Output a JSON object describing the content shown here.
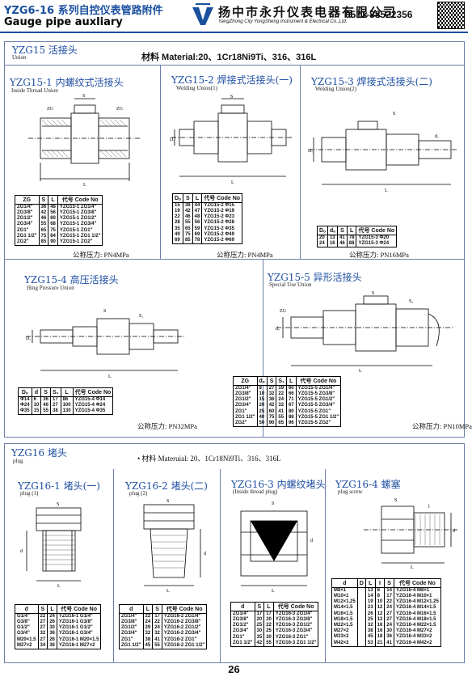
{
  "header": {
    "series_title": "YZG6-16 系列自控仪表管路附件",
    "subtitle": "Gauge pipe auxliary",
    "company": "扬中市永升仪表电器有限公司",
    "company_en": "YangZhong City YongSheng Instrument & Electrical Co.,Ltd.",
    "phone": "0511-88522356"
  },
  "yzg15": {
    "title": "YZG15 活接头",
    "en": "Union",
    "material": "材料 Material:20、1Cr18Ni9Ti、316、316L"
  },
  "yzg15_1": {
    "title": "YZG15-1 内螺纹式活接头",
    "en": "Inside Thread Union",
    "dim_labels": [
      "ZG",
      "ZG",
      "S",
      "L"
    ],
    "headers": [
      "ZG",
      "S",
      "L",
      "代号 Code No"
    ],
    "rows": [
      [
        "ZG1/4\"",
        "36",
        "48",
        "YZG15-1  ZG1/4\""
      ],
      [
        "ZG3/8\"",
        "42",
        "56",
        "YZG15-1  ZG3/8\""
      ],
      [
        "ZG1/2\"",
        "46",
        "60",
        "YZG15-1  ZG1/2\""
      ],
      [
        "ZG3/4\"",
        "55",
        "68",
        "YZG15-1  ZG3/4\""
      ],
      [
        "ZG1\"",
        "65",
        "75",
        "YZG15-1  ZG1\""
      ],
      [
        "ZG1 1/2\"",
        "75",
        "84",
        "YZG15-1  ZG1 1/2\""
      ],
      [
        "ZG2\"",
        "85",
        "90",
        "YZG15-1  ZG2\""
      ]
    ],
    "pressure": "公称压力: PN4MPa"
  },
  "yzg15_2": {
    "title": "YZG15-2 焊接式活接头(一)",
    "en": "Welding Union(1)",
    "dim_labels": [
      "S",
      "Dₒ",
      "L"
    ],
    "headers": [
      "Dₒ",
      "S",
      "L",
      "代号 Code No"
    ],
    "rows": [
      [
        "15",
        "36",
        "44",
        "YZG15-2  Φ15"
      ],
      [
        "19",
        "42",
        "47",
        "YZG15-2  Φ19"
      ],
      [
        "22",
        "46",
        "48",
        "YZG15-2  Φ23"
      ],
      [
        "28",
        "55",
        "56",
        "YZG15-2  Φ28"
      ],
      [
        "35",
        "65",
        "59",
        "YZG15-2  Φ35"
      ],
      [
        "49",
        "75",
        "69",
        "YZG15-2  Φ49"
      ],
      [
        "69",
        "85",
        "78",
        "YZG15-2  Φ69"
      ]
    ],
    "pressure": "公称压力: PN4MPa"
  },
  "yzg15_3": {
    "title": "YZG15-3 焊接式活接头(二)",
    "en": "Welding Union(2)",
    "dim_labels": [
      "S",
      "Dₒ",
      "dₒ",
      "L"
    ],
    "headers": [
      "Dₒ",
      "dₒ",
      "S",
      "L",
      "代号 Code No"
    ],
    "rows": [
      [
        "20",
        "13",
        "41",
        "78",
        "YZG15-3  Φ20"
      ],
      [
        "24",
        "16",
        "46",
        "88",
        "YZG15-3  Φ24"
      ]
    ],
    "pressure": "公称压力: PN16MPa"
  },
  "yzg15_4": {
    "title": "YZG15-4 高压活接头",
    "en": "Hing Pressure Union",
    "dim_labels": [
      "S",
      "S₁",
      "Dₒ",
      "L"
    ],
    "headers": [
      "Dₒ",
      "d",
      "S",
      "S₁",
      "L",
      "代号 Code No"
    ],
    "rows": [
      [
        "Φ14",
        "6",
        "36",
        "17",
        "86",
        "YZG15-4  Φ14"
      ],
      [
        "Φ24",
        "10",
        "46",
        "27",
        "100",
        "YZG15-4  Φ24"
      ],
      [
        "Φ35",
        "15",
        "55",
        "38",
        "130",
        "YZG15-4  Φ35"
      ]
    ],
    "pressure": "公称压力: PN32MPa"
  },
  "yzg15_5": {
    "title": "YZG15-5 异形活接头",
    "en": "Special Use Union",
    "dim_labels": [
      "S",
      "S₁",
      "ZG",
      "dₒ",
      "L"
    ],
    "headers": [
      "ZG",
      "dₒ",
      "S",
      "S₁",
      "L",
      "代号 Code No"
    ],
    "rows": [
      [
        "ZG1/4\"",
        "8",
        "27",
        "19",
        "60",
        "YZG15-5  ZG1/4\""
      ],
      [
        "ZG3/8\"",
        "10",
        "32",
        "22",
        "66",
        "YZG15-5  ZG3/8\""
      ],
      [
        "ZG1/2\"",
        "15",
        "36",
        "24",
        "71",
        "YZG15-5  ZG1/2\""
      ],
      [
        "ZG3/4\"",
        "20",
        "42",
        "32",
        "67",
        "YZG15-5  ZG3/4\""
      ],
      [
        "ZG1\"",
        "25",
        "60",
        "41",
        "80",
        "YZG15-5  ZG1\""
      ],
      [
        "ZG1 1/2\"",
        "40",
        "75",
        "55",
        "88",
        "YZG15-5  ZG1 1/2\""
      ],
      [
        "ZG2\"",
        "50",
        "90",
        "65",
        "96",
        "YZG15-5  ZG2\""
      ]
    ],
    "pressure": "公称压力: PN10MPa"
  },
  "yzg16": {
    "title": "YZG16 堵头",
    "en": "plug",
    "material": "• 材料 Materuial: 20、1Cr18Ni9Ti、316、316L"
  },
  "yzg16_1": {
    "title": "YZG16-1 堵头(一)",
    "en": "plug (1)",
    "dim_labels": [
      "S",
      "d",
      "L"
    ],
    "headers": [
      "d",
      "S",
      "L",
      "代号 Code No"
    ],
    "rows": [
      [
        "G1/4\"",
        "22",
        "24",
        "YZG16-1  G1/4\""
      ],
      [
        "G3/8\"",
        "27",
        "26",
        "YZG16-1  G3/8\""
      ],
      [
        "G1/2\"",
        "27",
        "30",
        "YZG16-1  G1/2\""
      ],
      [
        "G3/4\"",
        "32",
        "36",
        "YZG16-1  G3/4\""
      ],
      [
        "M20×1.5",
        "27",
        "26",
        "YZG16-1  M20×1.5"
      ],
      [
        "M27×2",
        "34",
        "36",
        "YZG16-1  M27×2"
      ]
    ]
  },
  "yzg16_2": {
    "title": "YZG16-2 堵头(二)",
    "en": "plug (2)",
    "dim_labels": [
      "S",
      "d",
      "L"
    ],
    "headers": [
      "d",
      "L",
      "S",
      "代号 Code No"
    ],
    "rows": [
      [
        "ZG1/4\"",
        "22",
        "17",
        "YZG16-2  ZG1/4\""
      ],
      [
        "ZG3/8\"",
        "24",
        "22",
        "YZG16-2  ZG3/8\""
      ],
      [
        "ZG1/2\"",
        "29",
        "24",
        "YZG16-2  ZG1/2\""
      ],
      [
        "ZG3/4\"",
        "32",
        "32",
        "YZG16-2  ZG3/4\""
      ],
      [
        "ZG1\"",
        "38",
        "41",
        "YZG16-2  ZG1\""
      ],
      [
        "ZG1 1/2\"",
        "45",
        "55",
        "YZG16-2  ZG1 1/2\""
      ]
    ]
  },
  "yzg16_3": {
    "title": "YZG16-3 内螺纹堵头",
    "en": "(Inside thread plug)",
    "dim_labels": [
      "S",
      "d",
      "L"
    ],
    "headers": [
      "d",
      "S",
      "L",
      "代号 Code No"
    ],
    "rows": [
      [
        "ZG1/4\"",
        "17",
        "17",
        "YZG16-3  ZG1/4\""
      ],
      [
        "ZG3/8\"",
        "20",
        "20",
        "YZG16-3  ZG3/8\""
      ],
      [
        "ZG1/2\"",
        "25",
        "22",
        "YZG16-3  ZG1/2\""
      ],
      [
        "ZG3/4\"",
        "30",
        "25",
        "YZG16-3  ZG3/4\""
      ],
      [
        "ZG1\"",
        "35",
        "30",
        "YZG16-3  ZG1\""
      ],
      [
        "ZG1 1/2\"",
        "42",
        "55",
        "YZG16-3  ZG1 1/2\""
      ]
    ]
  },
  "yzg16_4": {
    "title": "YZG16-4 螺塞",
    "en": "plug screw",
    "dim_labels": [
      "S",
      "L",
      "d",
      "l"
    ],
    "headers": [
      "d",
      "D",
      "L",
      "S",
      "代号 Code No"
    ],
    "rows": [
      [
        "M8×1",
        "",
        "13",
        "8",
        "14",
        "YZG16-4  M8×1"
      ],
      [
        "M10×1",
        "",
        "14",
        "8",
        "17",
        "YZG16-4  M10×1"
      ],
      [
        "M12×1.25",
        "",
        "19",
        "10",
        "22",
        "YZG16-4  M12×1.25"
      ],
      [
        "M14×1.5",
        "",
        "23",
        "12",
        "24",
        "YZG16-4  M14×1.5"
      ],
      [
        "M16×1.5",
        "",
        "26",
        "12",
        "27",
        "YZG16-4  M16×1.5"
      ],
      [
        "M18×1.5",
        "",
        "25",
        "12",
        "27",
        "YZG16-4  M18×1.5"
      ],
      [
        "M22×1.5",
        "",
        "32",
        "16",
        "24",
        "YZG16-4  M22×1.5"
      ],
      [
        "M27×2",
        "",
        "38",
        "16",
        "30",
        "YZG16-4  M27×2"
      ],
      [
        "M33×2",
        "",
        "45",
        "18",
        "36",
        "YZG16-4  M33×2"
      ],
      [
        "M42×2",
        "",
        "53",
        "21",
        "41",
        "YZG16-4  M42×2"
      ]
    ]
  },
  "page_number": "26"
}
